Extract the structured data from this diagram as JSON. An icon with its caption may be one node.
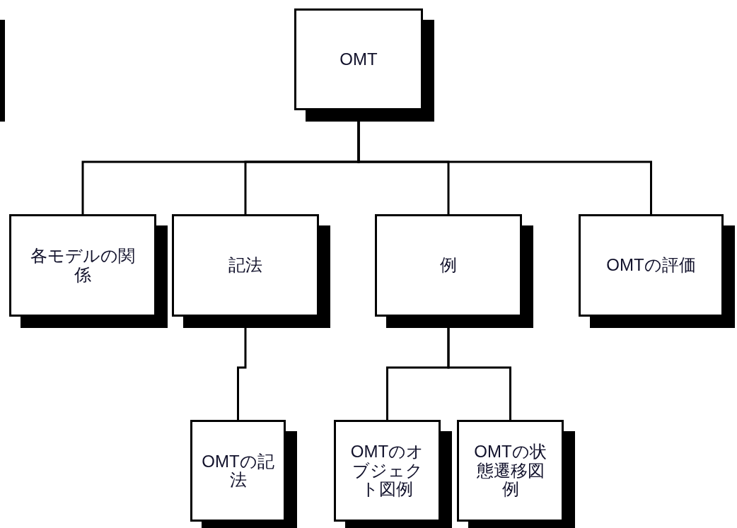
{
  "diagram": {
    "nodes": [
      {
        "text": [
          "OMT"
        ]
      },
      {
        "text": [
          "各モデルの関係"
        ]
      },
      {
        "text": [
          "記法"
        ]
      },
      {
        "text": [
          "例"
        ]
      },
      {
        "text": [
          "OMTの評価"
        ]
      },
      {
        "text": [
          "OMTの記法"
        ]
      },
      {
        "text": [
          "OMTのオブジェクト図例"
        ]
      },
      {
        "text": [
          "OMTの状態遷移図例"
        ]
      }
    ],
    "edges": [
      {
        "from": 0,
        "to": 1,
        "arrow": "none"
      },
      {
        "from": 0,
        "to": 2,
        "arrow": "none"
      },
      {
        "from": 0,
        "to": 3,
        "arrow": "none"
      },
      {
        "from": 0,
        "to": 4,
        "arrow": "none"
      },
      {
        "from": 2,
        "to": 5,
        "arrow": "none"
      },
      {
        "from": 3,
        "to": 6,
        "arrow": "none"
      },
      {
        "from": 3,
        "to": 7,
        "arrow": "none"
      }
    ]
  }
}
